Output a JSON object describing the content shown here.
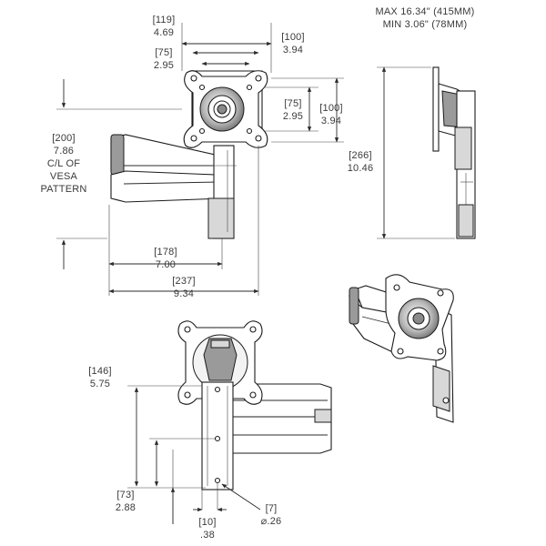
{
  "dimensions": {
    "top_width_mm": "[119]",
    "top_width_in": "4.69",
    "vesa_h100_mm": "[100]",
    "vesa_h100_in": "3.94",
    "vesa_h75_mm": "[75]",
    "vesa_h75_in": "2.95",
    "vesa_v75_mm": "[75]",
    "vesa_v75_in": "2.95",
    "vesa_v100_mm": "[100]",
    "vesa_v100_in": "3.94",
    "cl_mm": "[200]",
    "cl_in": "7.86",
    "cl_line1": "C/L OF",
    "cl_line2": "VESA",
    "cl_line3": "PATTERN",
    "reach_178_mm": "[178]",
    "reach_178_in": "7.00",
    "reach_237_mm": "[237]",
    "reach_237_in": "9.34",
    "side_max": "MAX 16.34\" (415MM)",
    "side_min": "MIN 3.06\" (78MM)",
    "side_266_mm": "[266]",
    "side_266_in": "10.46",
    "plate_146_mm": "[146]",
    "plate_146_in": "5.75",
    "plate_73_mm": "[73]",
    "plate_73_in": "2.88",
    "hole_7_mm": "[7]",
    "hole_7_in": "⌀.26",
    "edge_10_mm": "[10]",
    "edge_10_in": ".38"
  }
}
